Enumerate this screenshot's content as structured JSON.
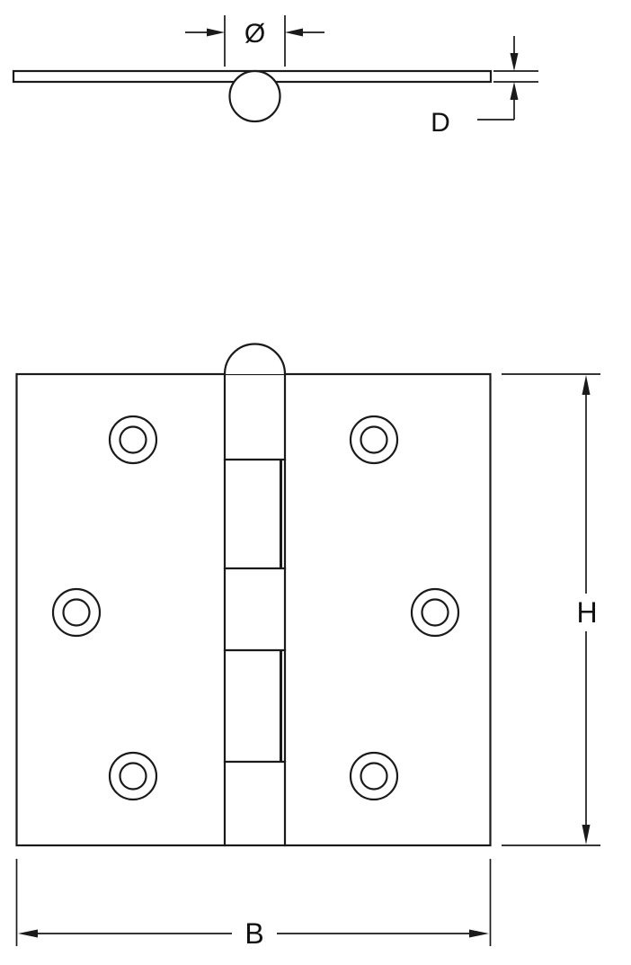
{
  "diagram": {
    "type": "technical-drawing",
    "subject": "butt hinge dimensional diagram, side profile (top) and front face (bottom)",
    "line_color": "#1a1a1a",
    "background_color": "#ffffff",
    "labels": {
      "pin_diameter": "Ø",
      "leaf_thickness": "D",
      "height": "H",
      "width": "B"
    }
  }
}
